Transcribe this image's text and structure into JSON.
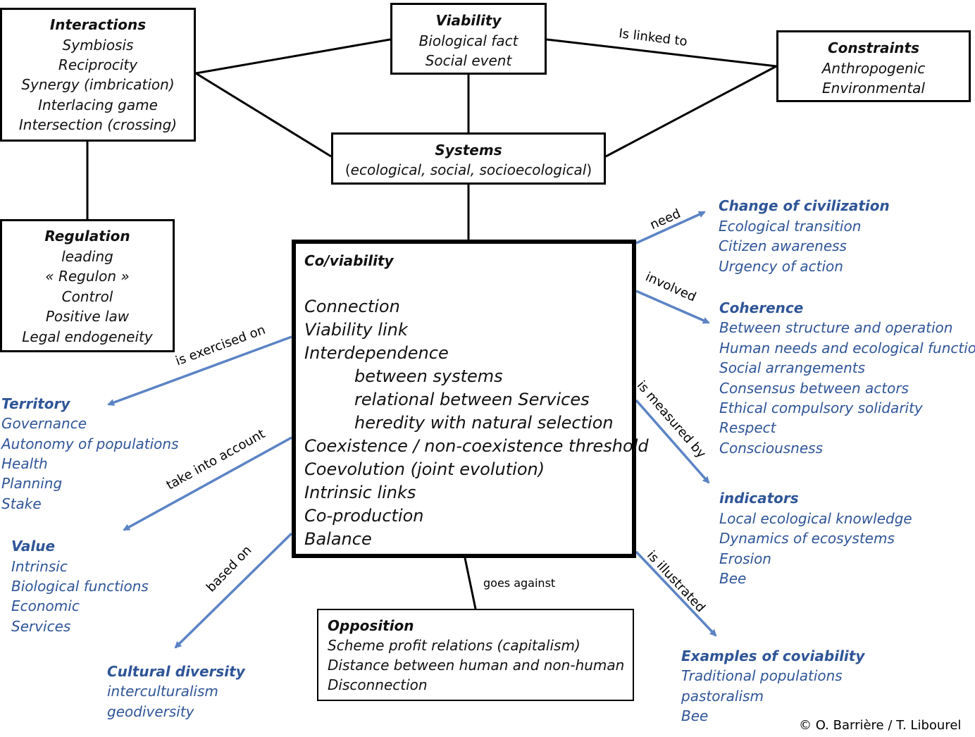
{
  "nodes": {
    "interactions": {
      "title": "Interactions",
      "items": [
        "Symbiosis",
        "Reciprocity",
        "Synergy (imbrication)",
        "Interlacing game",
        "Intersection (crossing)"
      ]
    },
    "viability": {
      "title": "Viability",
      "items": [
        "Biological fact",
        "Social event"
      ]
    },
    "constraints": {
      "title": "Constraints",
      "items": [
        "Anthropogenic",
        "Environmental"
      ]
    },
    "systems": {
      "title": "Systems",
      "open_paren": "(",
      "subtitle": "ecological, social, socioecological",
      "close_paren": ")"
    },
    "regulation": {
      "title": "Regulation",
      "items": [
        "leading",
        "« Regulon »",
        "Control",
        "Positive law",
        "Legal endogeneity"
      ]
    },
    "coviability": {
      "title": "Co/viability",
      "items": [
        "Connection",
        "Viability link",
        "Interdependence"
      ],
      "subitems": [
        "between systems",
        "relational between Services",
        "heredity with natural selection"
      ],
      "items2": [
        "Coexistence / non-coexistence threshold",
        "Coevolution (joint evolution)",
        "Intrinsic links",
        "Co-production",
        "Balance"
      ]
    },
    "opposition": {
      "title": "Opposition",
      "items": [
        "Scheme profit relations (capitalism)",
        "Distance between human and non-human",
        "Disconnection"
      ]
    },
    "change_of_civilization": {
      "title": "Change of civilization",
      "items": [
        "Ecological transition",
        "Citizen awareness",
        "Urgency of action"
      ]
    },
    "coherence": {
      "title": "Coherence",
      "items": [
        "Between structure and operation",
        "Human needs and ecological function",
        "Social arrangements",
        "Consensus between actors",
        "Ethical compulsory solidarity",
        "Respect",
        "Consciousness"
      ]
    },
    "indicators": {
      "title": "indicators",
      "items": [
        "Local ecological knowledge",
        "Dynamics of ecosystems",
        "Erosion",
        "Bee"
      ]
    },
    "examples": {
      "title": "Examples of coviability",
      "items": [
        "Traditional populations",
        "pastoralism",
        "Bee"
      ]
    },
    "territory": {
      "title": "Territory",
      "items": [
        "Governance",
        "Autonomy of populations",
        "Health",
        "Planning",
        "Stake"
      ]
    },
    "value": {
      "title": "Value",
      "items": [
        "Intrinsic",
        "Biological functions",
        "Economic",
        "Services"
      ]
    },
    "cultural_diversity": {
      "title": "Cultural diversity",
      "items": [
        "interculturalism",
        "geodiversity"
      ]
    }
  },
  "edge_labels": {
    "is_linked_to": "Is linked to",
    "need": "need",
    "involved": "involved",
    "is_measured_by": "is measured by",
    "is_illustrated": "is illustrated",
    "is_exercised_on": "is exercised on",
    "take_into_account": "take into account",
    "based_on": "based on",
    "goes_against": "goes against"
  },
  "copyright": "© O. Barrière / T. Libourel",
  "colors": {
    "blue": "#2f5597",
    "arrow": "#5b84c4",
    "line": "#000000"
  }
}
